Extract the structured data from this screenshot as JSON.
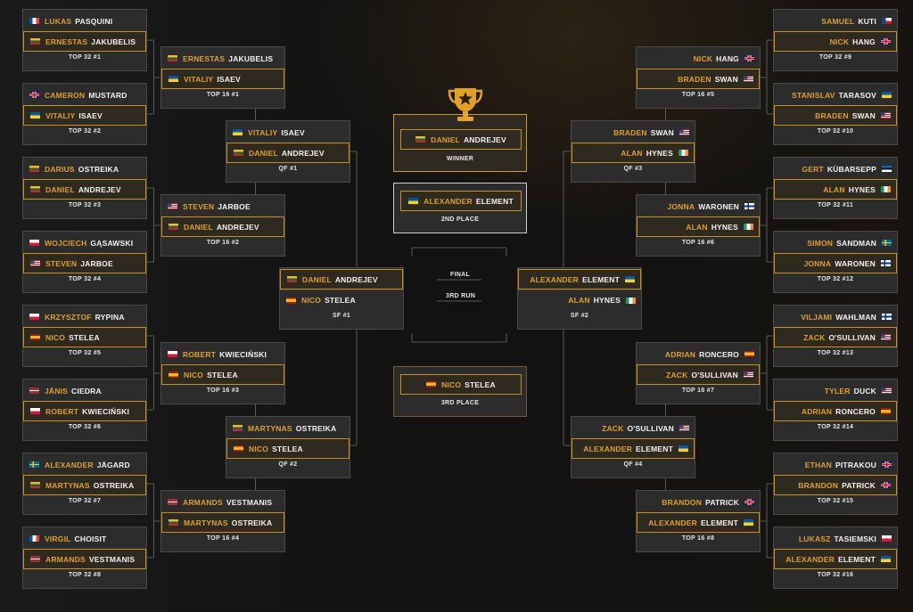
{
  "bracket": {
    "top32": [
      {
        "label": "TOP 32 #1",
        "p1": {
          "first": "LUKAS",
          "last": "PASQUINI",
          "flag": "fr"
        },
        "p2": {
          "first": "ERNESTAS",
          "last": "JAKUBELIS",
          "flag": "lt"
        },
        "winner": 2
      },
      {
        "label": "TOP 32 #2",
        "p1": {
          "first": "CAMERON",
          "last": "MUSTARD",
          "flag": "gb"
        },
        "p2": {
          "first": "VITALIY",
          "last": "ISAEV",
          "flag": "ua"
        },
        "winner": 2
      },
      {
        "label": "TOP 32 #3",
        "p1": {
          "first": "DARIUS",
          "last": "OSTREIKA",
          "flag": "lt"
        },
        "p2": {
          "first": "DANIEL",
          "last": "ANDREJEV",
          "flag": "lt"
        },
        "winner": 2
      },
      {
        "label": "TOP 32 #4",
        "p1": {
          "first": "WOJCIECH",
          "last": "GĄSAWSKI",
          "flag": "pl"
        },
        "p2": {
          "first": "STEVEN",
          "last": "JARBOE",
          "flag": "us"
        },
        "winner": 2
      },
      {
        "label": "TOP 32 #5",
        "p1": {
          "first": "KRZYSZTOF",
          "last": "RYPINA",
          "flag": "pl"
        },
        "p2": {
          "first": "NICO",
          "last": "STELEA",
          "flag": "es"
        },
        "winner": 2
      },
      {
        "label": "TOP 32 #6",
        "p1": {
          "first": "JĀNIS",
          "last": "CIEDRA",
          "flag": "lv"
        },
        "p2": {
          "first": "ROBERT",
          "last": "KWIECIŃSKI",
          "flag": "pl"
        },
        "winner": 2
      },
      {
        "label": "TOP 32 #7",
        "p1": {
          "first": "ALEXANDER",
          "last": "JÄGARD",
          "flag": "se"
        },
        "p2": {
          "first": "MARTYNAS",
          "last": "OSTREIKA",
          "flag": "lt"
        },
        "winner": 2
      },
      {
        "label": "TOP 32 #8",
        "p1": {
          "first": "VIRGIL",
          "last": "CHOISIT",
          "flag": "fr"
        },
        "p2": {
          "first": "ARMANDS",
          "last": "VESTMANIS",
          "flag": "lv"
        },
        "winner": 2
      },
      {
        "label": "TOP 32 #9",
        "p1": {
          "first": "SAMUEL",
          "last": "KUTI",
          "flag": "cz"
        },
        "p2": {
          "first": "NICK",
          "last": "HANG",
          "flag": "gb"
        },
        "winner": 2
      },
      {
        "label": "TOP 32 #10",
        "p1": {
          "first": "STANISLAV",
          "last": "TARASOV",
          "flag": "ua"
        },
        "p2": {
          "first": "BRADEN",
          "last": "SWAN",
          "flag": "us"
        },
        "winner": 2
      },
      {
        "label": "TOP 32 #11",
        "p1": {
          "first": "GERT",
          "last": "KÜBARSEPP",
          "flag": "ee"
        },
        "p2": {
          "first": "ALAN",
          "last": "HYNES",
          "flag": "ie"
        },
        "winner": 2
      },
      {
        "label": "TOP 32 #12",
        "p1": {
          "first": "SIMON",
          "last": "SANDMAN",
          "flag": "se"
        },
        "p2": {
          "first": "JONNA",
          "last": "WARONEN",
          "flag": "fi"
        },
        "winner": 2
      },
      {
        "label": "TOP 32 #13",
        "p1": {
          "first": "VILJAMI",
          "last": "WAHLMAN",
          "flag": "fi"
        },
        "p2": {
          "first": "ZACK",
          "last": "O'SULLIVAN",
          "flag": "us"
        },
        "winner": 2
      },
      {
        "label": "TOP 32 #14",
        "p1": {
          "first": "TYLER",
          "last": "DUCK",
          "flag": "us"
        },
        "p2": {
          "first": "ADRIAN",
          "last": "RONCERO",
          "flag": "es"
        },
        "winner": 2
      },
      {
        "label": "TOP 32 #15",
        "p1": {
          "first": "ETHAN",
          "last": "PITRAKOU",
          "flag": "gb"
        },
        "p2": {
          "first": "BRANDON",
          "last": "PATRICK",
          "flag": "gb"
        },
        "winner": 2
      },
      {
        "label": "TOP 32 #16",
        "p1": {
          "first": "LUKASZ",
          "last": "TASIEMSKI",
          "flag": "pl"
        },
        "p2": {
          "first": "ALEXANDER",
          "last": "ELEMENT",
          "flag": "ua"
        },
        "winner": 2
      }
    ],
    "top16": [
      {
        "label": "TOP 16 #1",
        "p1": {
          "first": "ERNESTAS",
          "last": "JAKUBELIS",
          "flag": "lt"
        },
        "p2": {
          "first": "VITALIY",
          "last": "ISAEV",
          "flag": "ua"
        },
        "winner": 2
      },
      {
        "label": "TOP 16 #2",
        "p1": {
          "first": "STEVEN",
          "last": "JARBOE",
          "flag": "us"
        },
        "p2": {
          "first": "DANIEL",
          "last": "ANDREJEV",
          "flag": "lt"
        },
        "winner": 2
      },
      {
        "label": "TOP 16 #3",
        "p1": {
          "first": "ROBERT",
          "last": "KWIECIŃSKI",
          "flag": "pl"
        },
        "p2": {
          "first": "NICO",
          "last": "STELEA",
          "flag": "es"
        },
        "winner": 2
      },
      {
        "label": "TOP 16 #4",
        "p1": {
          "first": "ARMANDS",
          "last": "VESTMANIS",
          "flag": "lv"
        },
        "p2": {
          "first": "MARTYNAS",
          "last": "OSTREIKA",
          "flag": "lt"
        },
        "winner": 2
      },
      {
        "label": "TOP 16 #5",
        "p1": {
          "first": "NICK",
          "last": "HANG",
          "flag": "gb"
        },
        "p2": {
          "first": "BRADEN",
          "last": "SWAN",
          "flag": "us"
        },
        "winner": 2
      },
      {
        "label": "TOP 16 #6",
        "p1": {
          "first": "JONNA",
          "last": "WARONEN",
          "flag": "fi"
        },
        "p2": {
          "first": "ALAN",
          "last": "HYNES",
          "flag": "ie"
        },
        "winner": 2
      },
      {
        "label": "TOP 16 #7",
        "p1": {
          "first": "ADRIAN",
          "last": "RONCERO",
          "flag": "es"
        },
        "p2": {
          "first": "ZACK",
          "last": "O'SULLIVAN",
          "flag": "us"
        },
        "winner": 2
      },
      {
        "label": "TOP 16 #8",
        "p1": {
          "first": "BRANDON",
          "last": "PATRICK",
          "flag": "gb"
        },
        "p2": {
          "first": "ALEXANDER",
          "last": "ELEMENT",
          "flag": "ua"
        },
        "winner": 2
      }
    ],
    "qf": [
      {
        "label": "QF #1",
        "p1": {
          "first": "VITALIY",
          "last": "ISAEV",
          "flag": "ua"
        },
        "p2": {
          "first": "DANIEL",
          "last": "ANDREJEV",
          "flag": "lt"
        },
        "winner": 2
      },
      {
        "label": "QF #2",
        "p1": {
          "first": "MARTYNAS",
          "last": "OSTREIKA",
          "flag": "lt"
        },
        "p2": {
          "first": "NICO",
          "last": "STELEA",
          "flag": "es"
        },
        "winner": 2
      },
      {
        "label": "QF #3",
        "p1": {
          "first": "BRADEN",
          "last": "SWAN",
          "flag": "us"
        },
        "p2": {
          "first": "ALAN",
          "last": "HYNES",
          "flag": "ie"
        },
        "winner": 2
      },
      {
        "label": "QF #4",
        "p1": {
          "first": "ZACK",
          "last": "O'SULLIVAN",
          "flag": "us"
        },
        "p2": {
          "first": "ALEXANDER",
          "last": "ELEMENT",
          "flag": "ua"
        },
        "winner": 2
      }
    ],
    "sf": [
      {
        "label": "SF #1",
        "p1": {
          "first": "DANIEL",
          "last": "ANDREJEV",
          "flag": "lt"
        },
        "p2": {
          "first": "NICO",
          "last": "STELEA",
          "flag": "es"
        },
        "winner": 1
      },
      {
        "label": "SF #2",
        "p1": {
          "first": "ALEXANDER",
          "last": "ELEMENT",
          "flag": "ua"
        },
        "p2": {
          "first": "ALAN",
          "last": "HYNES",
          "flag": "ie"
        },
        "winner": 1
      }
    ],
    "final_label": "FINAL",
    "third_run_label": "3RD RUN",
    "results": [
      {
        "label": "WINNER",
        "player": {
          "first": "DANIEL",
          "last": "ANDREJEV",
          "flag": "lt"
        }
      },
      {
        "label": "2ND PLACE",
        "player": {
          "first": "ALEXANDER",
          "last": "ELEMENT",
          "flag": "ua"
        }
      },
      {
        "label": "3RD PLACE",
        "player": {
          "first": "NICO",
          "last": "STELEA",
          "flag": "es"
        }
      }
    ],
    "trophy_icon": "trophy-star-icon"
  },
  "colors": {
    "accent": "#e0a029",
    "gold_border": "#d39a27",
    "background": "#141414",
    "cell": "#2c2c2c"
  }
}
